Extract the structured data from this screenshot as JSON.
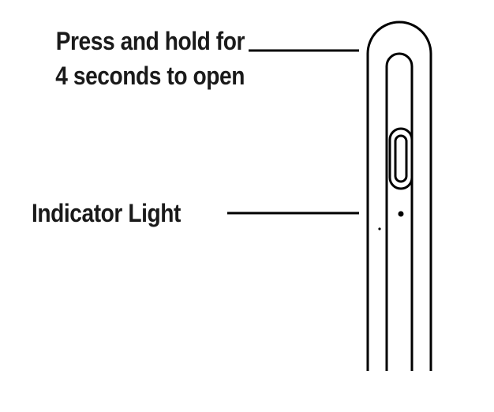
{
  "labels": {
    "power": {
      "line1": "Press and hold for",
      "line2": "4 seconds to open"
    },
    "indicator": "Indicator Light"
  },
  "colors": {
    "stroke": "#000000",
    "text": "#1a1a1a",
    "background": "#ffffff"
  }
}
